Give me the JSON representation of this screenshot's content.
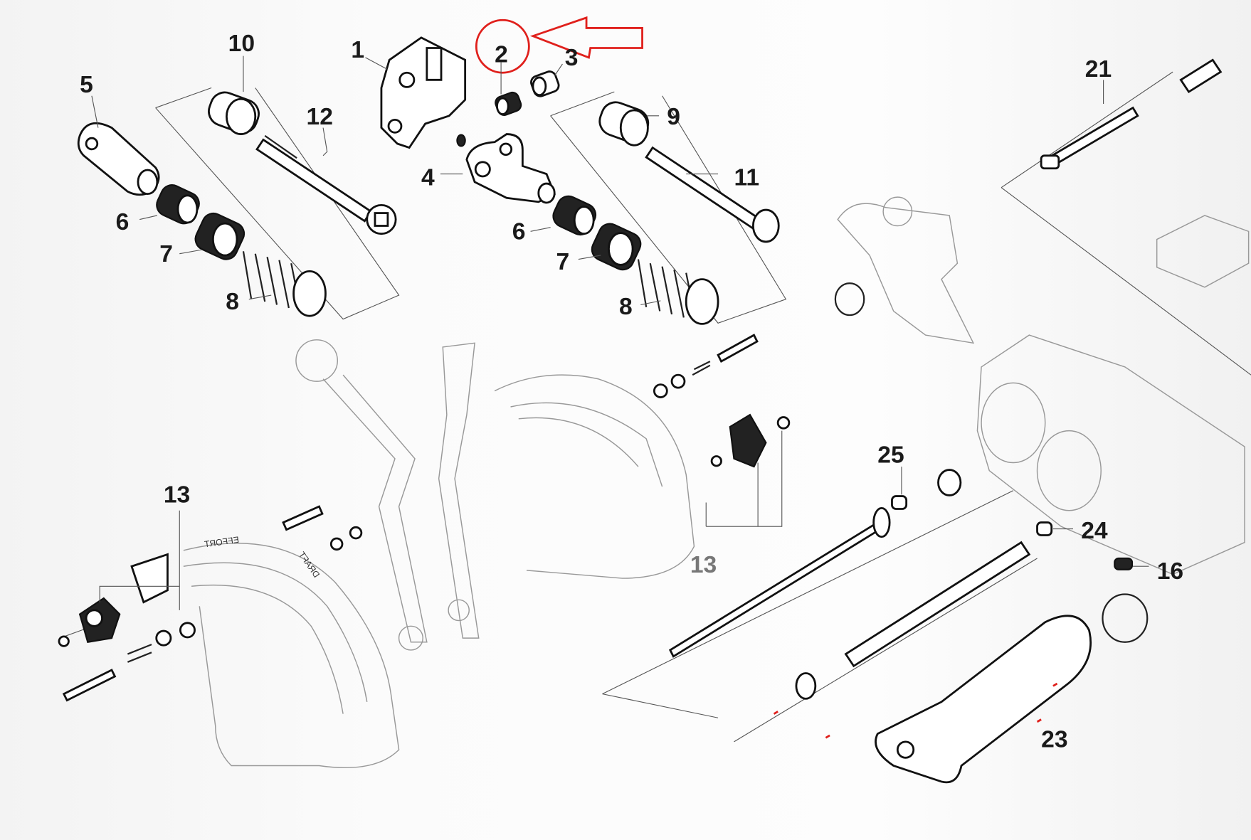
{
  "diagram": {
    "labels": [
      "1",
      "2",
      "3",
      "4",
      "5",
      "6",
      "7",
      "8",
      "9",
      "10",
      "11",
      "12",
      "13",
      "16",
      "21",
      "23",
      "24",
      "25"
    ],
    "repeated_labels": {
      "6b": "6",
      "7b": "7",
      "8b": "8",
      "13b": "13"
    },
    "plate_text": {
      "effort": "EFFORT",
      "draft": "DRAFT"
    },
    "highlight": {
      "label": "2",
      "color": "#e0201c"
    }
  }
}
